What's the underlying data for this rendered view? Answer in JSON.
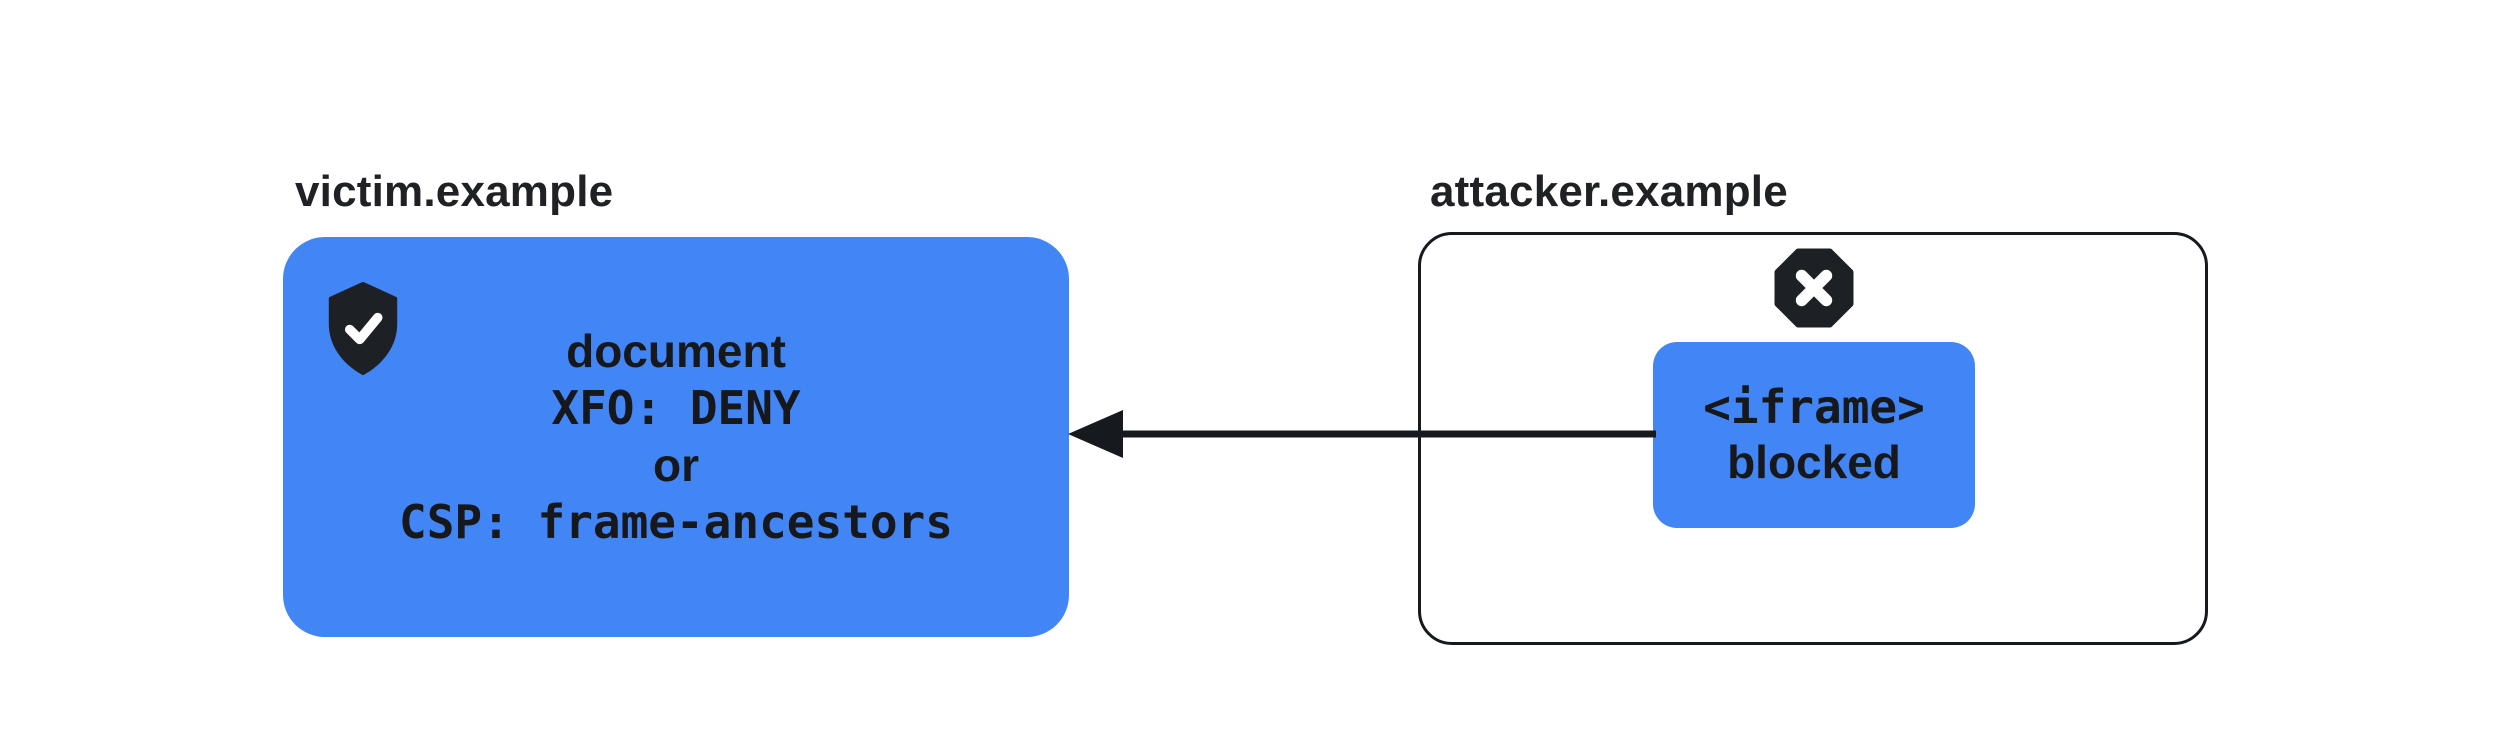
{
  "victim": {
    "label": "victim.example",
    "box_color": "#4285F4",
    "icon": "shield-check-icon",
    "lines": [
      "document",
      "XFO: DENY",
      "or",
      "CSP: frame-ancestors"
    ]
  },
  "attacker": {
    "label": "attacker.example",
    "icon": "blocked-x-octagon-icon",
    "iframe_box_color": "#4285F4",
    "iframe_lines": [
      "<iframe>",
      "blocked"
    ]
  },
  "arrow": {
    "direction": "right-to-left",
    "from": "attacker iframe",
    "to": "victim document",
    "color": "#16191E"
  },
  "colors": {
    "blue_fill": "#4285F4",
    "icon_dark": "#1D2025",
    "text_dark": "#16181C",
    "label_text": "#202124",
    "background": "#FFFFFF"
  }
}
